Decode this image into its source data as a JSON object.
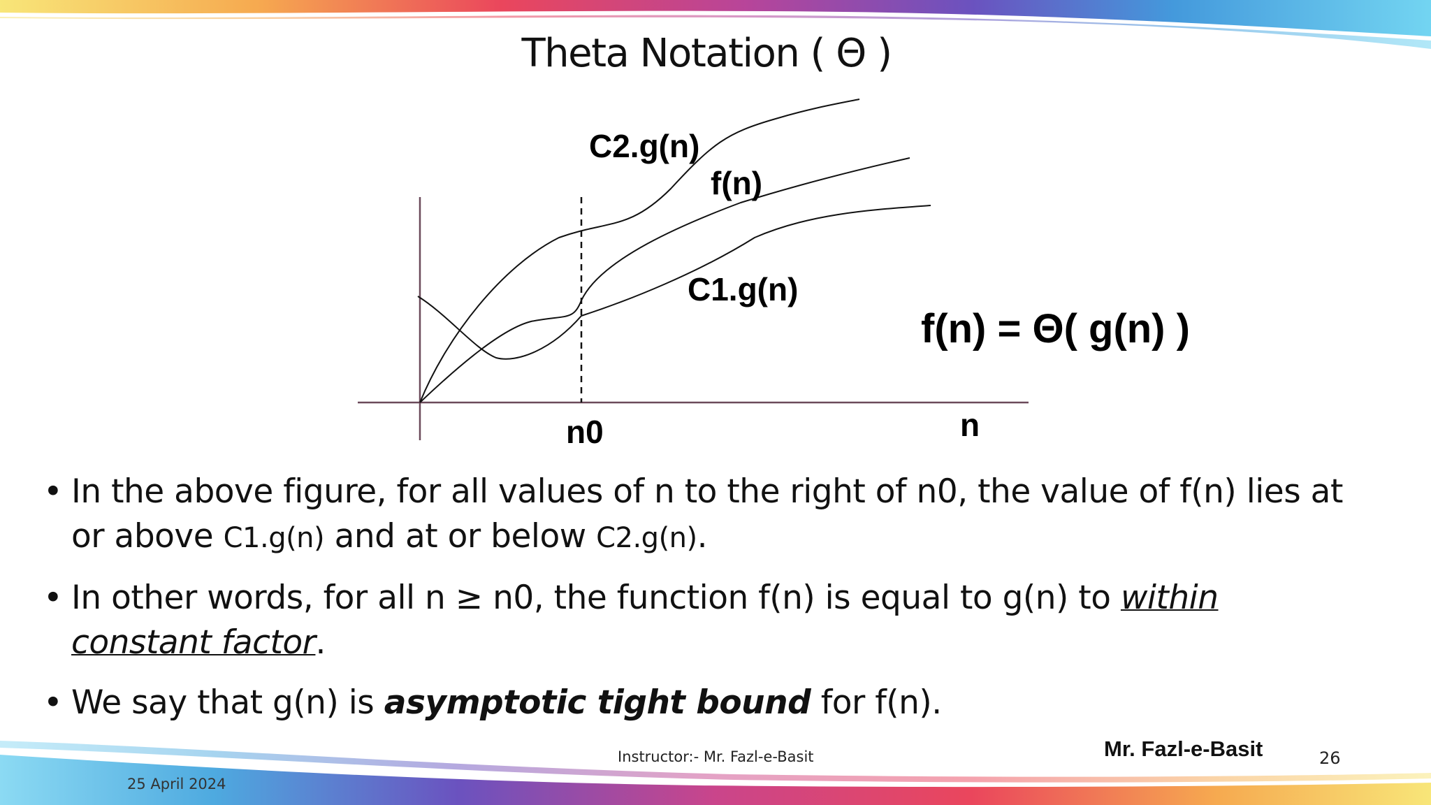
{
  "slide": {
    "title": "Theta Notation ( Θ )"
  },
  "figure": {
    "labels": {
      "c2g": "C2.g(n)",
      "fn": "f(n)",
      "c1g": "C1.g(n)",
      "equation": "f(n) = Θ( g(n) )",
      "n0": "n0",
      "n": "n"
    },
    "colors": {
      "axis": "#6b4a5a",
      "curve": "#111111"
    }
  },
  "bullets": [
    {
      "text_a": "In the above figure, for all values of n to the right of n0, the value of f(n) lies at or above ",
      "small_a": "C1.g(n)",
      "text_b": " and at or below ",
      "small_b": "C2.g(n)",
      "text_c": "."
    },
    {
      "text_a": "In other words, for all n ≥ n0, the function f(n) is equal to g(n) to ",
      "underlined": "within constant factor",
      "text_b": "."
    },
    {
      "text_a": "We say that g(n) is ",
      "emphasis": "asymptotic tight bound",
      "text_b": " for f(n)."
    }
  ],
  "footer": {
    "instructor": "Instructor:- Mr. Fazl-e-Basit",
    "author": "Mr. Fazl-e-Basit",
    "slide_number": "26",
    "date": "25 April 2024"
  }
}
